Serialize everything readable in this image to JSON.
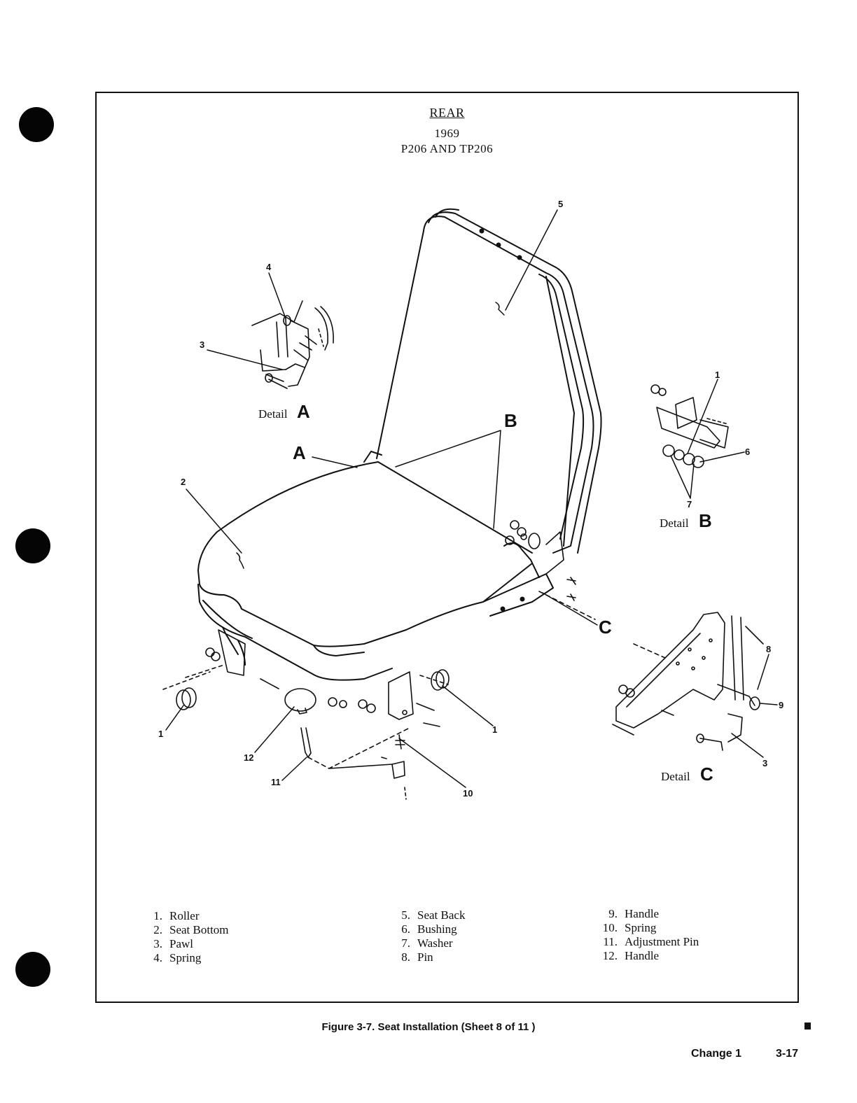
{
  "header": {
    "title": "REAR",
    "year": "1969",
    "models": "P206 AND TP206"
  },
  "callouts": {
    "seat_back": "5",
    "spring_a": "4",
    "pawl_a": "3",
    "seat_bottom": "2",
    "roller_left": "1",
    "handle_12": "12",
    "pin_11": "11",
    "spring_10": "10",
    "roller_right": "1",
    "bushing_b": "1",
    "bushing_6": "6",
    "washer_7": "7",
    "pin_8": "8",
    "handle_9": "9",
    "pawl_c": "3"
  },
  "view_letters": {
    "a": "A",
    "b": "B",
    "c": "C"
  },
  "details": {
    "a": {
      "word": "Detail",
      "letter": "A"
    },
    "b": {
      "word": "Detail",
      "letter": "B"
    },
    "c": {
      "word": "Detail",
      "letter": "C"
    }
  },
  "legend": [
    {
      "num": "1.",
      "name": "Roller"
    },
    {
      "num": "2.",
      "name": "Seat Bottom"
    },
    {
      "num": "3.",
      "name": "Pawl"
    },
    {
      "num": "4.",
      "name": "Spring"
    },
    {
      "num": "5.",
      "name": "Seat Back"
    },
    {
      "num": "6.",
      "name": "Bushing"
    },
    {
      "num": "7.",
      "name": "Washer"
    },
    {
      "num": "8.",
      "name": "Pin"
    },
    {
      "num": "9.",
      "name": "Handle"
    },
    {
      "num": "10.",
      "name": "Spring"
    },
    {
      "num": "11.",
      "name": "Adjustment Pin"
    },
    {
      "num": "12.",
      "name": "Handle"
    }
  ],
  "caption": "Figure 3-7.  Seat Installation (Sheet 8 of 11 )",
  "footer": {
    "change": "Change 1",
    "page": "3-17"
  }
}
